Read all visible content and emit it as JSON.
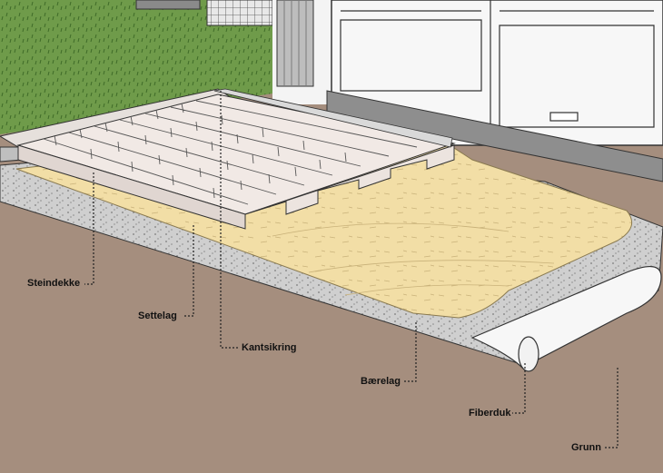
{
  "labels": {
    "steindekke": "Steindekke",
    "settelag": "Settelag",
    "kantsikring": "Kantsikring",
    "baerelag": "Bærelag",
    "fiberduk": "Fiberduk",
    "grunn": "Grunn"
  },
  "colors": {
    "ground": "#a58e7e",
    "grass": "#6f9b4a",
    "gravel": "#cfcfcf",
    "sand": "#f2dea6",
    "paver": "#f1e9e5",
    "wall": "#f4f4f4",
    "outline": "#222222"
  }
}
